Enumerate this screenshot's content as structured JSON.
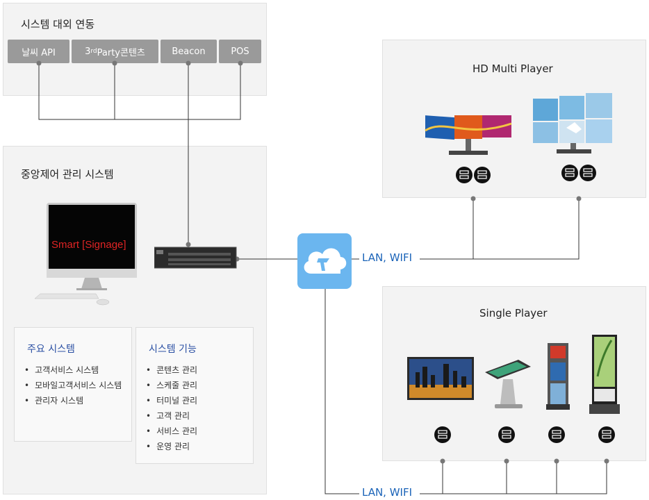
{
  "external": {
    "title": "시스템 대외 연동",
    "tags": [
      "날씨 API",
      "3",
      "rd",
      " Party콘텐츠",
      "Beacon",
      "POS"
    ]
  },
  "central": {
    "title": "중앙제어 관리 시스템",
    "screen_text": "Smart [Signage]"
  },
  "main_systems": {
    "title": "주요 시스템",
    "items": [
      "고객서비스 시스템",
      "모바일고객서비스 시스템",
      "관리자 시스템"
    ]
  },
  "features": {
    "title": "시스템 기능",
    "items": [
      "콘텐츠 관리",
      "스케줄 관리",
      "터미널 관리",
      "고객 관리",
      "서비스 관리",
      "운영 관리"
    ]
  },
  "hd_multi": {
    "title": "HD Multi Player"
  },
  "single": {
    "title": "Single Player"
  },
  "network": {
    "lan_top": "LAN, WIFI",
    "lan_bottom": "LAN, WIFI"
  },
  "icons": [
    "cloud-icon",
    "server-icon",
    "imac-icon",
    "network-switch-icon",
    "monitor-icon",
    "kiosk-icon"
  ],
  "colors": {
    "accent": "#2a4fa3",
    "lan": "#1a63b8",
    "cloud": "#6bb6ef",
    "tag": "#9a9a9a"
  }
}
